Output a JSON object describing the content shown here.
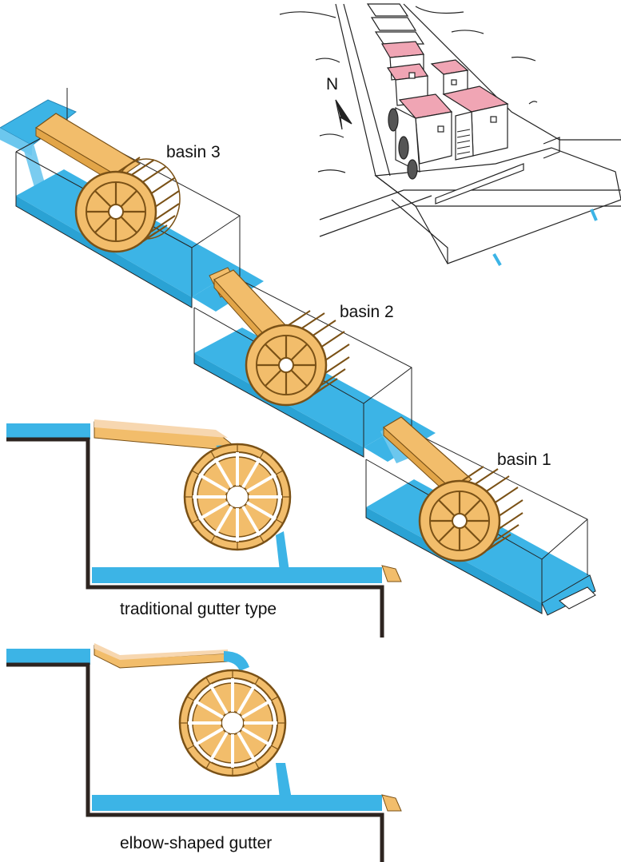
{
  "labels": {
    "basin3": "basin 3",
    "basin2": "basin 2",
    "basin1": "basin 1",
    "north": "N",
    "traditional": "traditional gutter type",
    "elbow": "elbow-shaped gutter"
  },
  "colors": {
    "water": "#3cb4e6",
    "wood": "#f2bd6b",
    "wood_dark": "#9a6a1e",
    "roof": "#f0a5b4",
    "outline": "#222222",
    "wall": "#2d2420"
  },
  "icons": [
    "water-wheel-icon",
    "north-arrow-icon"
  ]
}
